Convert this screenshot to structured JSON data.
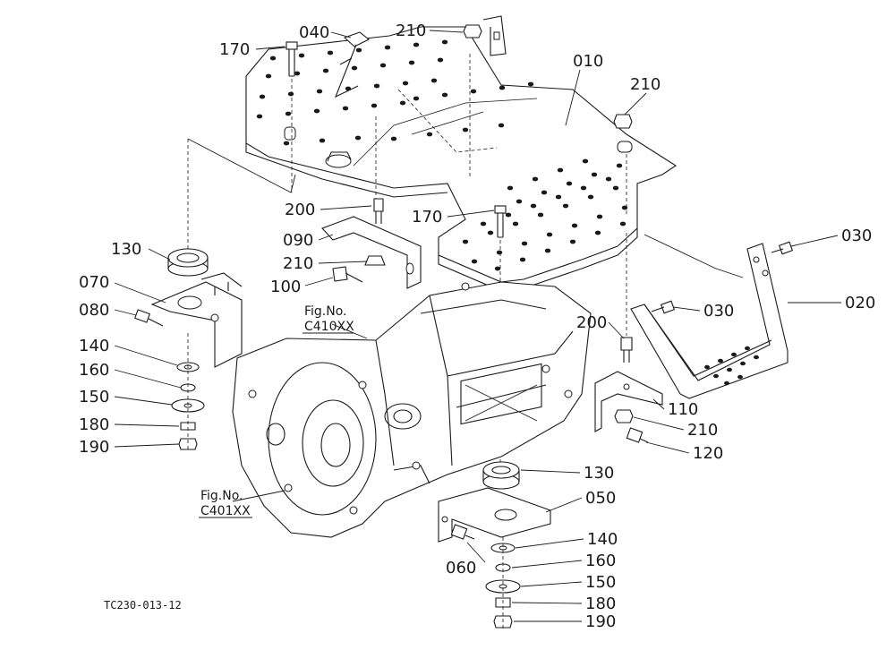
{
  "drawing": {
    "code": "TC230-013-12",
    "fig_refs": [
      {
        "line1": "Fig.No.",
        "line2": "C410XX"
      },
      {
        "line1": "Fig.No.",
        "line2": "C401XX"
      }
    ]
  },
  "parts": [
    {
      "id": "p170a",
      "label": "170"
    },
    {
      "id": "p040",
      "label": "040"
    },
    {
      "id": "p210a",
      "label": "210"
    },
    {
      "id": "p010",
      "label": "010"
    },
    {
      "id": "p210b",
      "label": "210"
    },
    {
      "id": "p200a",
      "label": "200"
    },
    {
      "id": "p170b",
      "label": "170"
    },
    {
      "id": "p090",
      "label": "090"
    },
    {
      "id": "p210c",
      "label": "210"
    },
    {
      "id": "p100",
      "label": "100"
    },
    {
      "id": "p130a",
      "label": "130"
    },
    {
      "id": "p070",
      "label": "070"
    },
    {
      "id": "p080",
      "label": "080"
    },
    {
      "id": "p140a",
      "label": "140"
    },
    {
      "id": "p160a",
      "label": "160"
    },
    {
      "id": "p150a",
      "label": "150"
    },
    {
      "id": "p180a",
      "label": "180"
    },
    {
      "id": "p190a",
      "label": "190"
    },
    {
      "id": "p030a",
      "label": "030"
    },
    {
      "id": "p030b",
      "label": "030"
    },
    {
      "id": "p020",
      "label": "020"
    },
    {
      "id": "p200b",
      "label": "200"
    },
    {
      "id": "p110",
      "label": "110"
    },
    {
      "id": "p210d",
      "label": "210"
    },
    {
      "id": "p120",
      "label": "120"
    },
    {
      "id": "p130b",
      "label": "130"
    },
    {
      "id": "p050",
      "label": "050"
    },
    {
      "id": "p140b",
      "label": "140"
    },
    {
      "id": "p060",
      "label": "060"
    },
    {
      "id": "p160b",
      "label": "160"
    },
    {
      "id": "p150b",
      "label": "150"
    },
    {
      "id": "p180b",
      "label": "180"
    },
    {
      "id": "p190b",
      "label": "190"
    }
  ]
}
